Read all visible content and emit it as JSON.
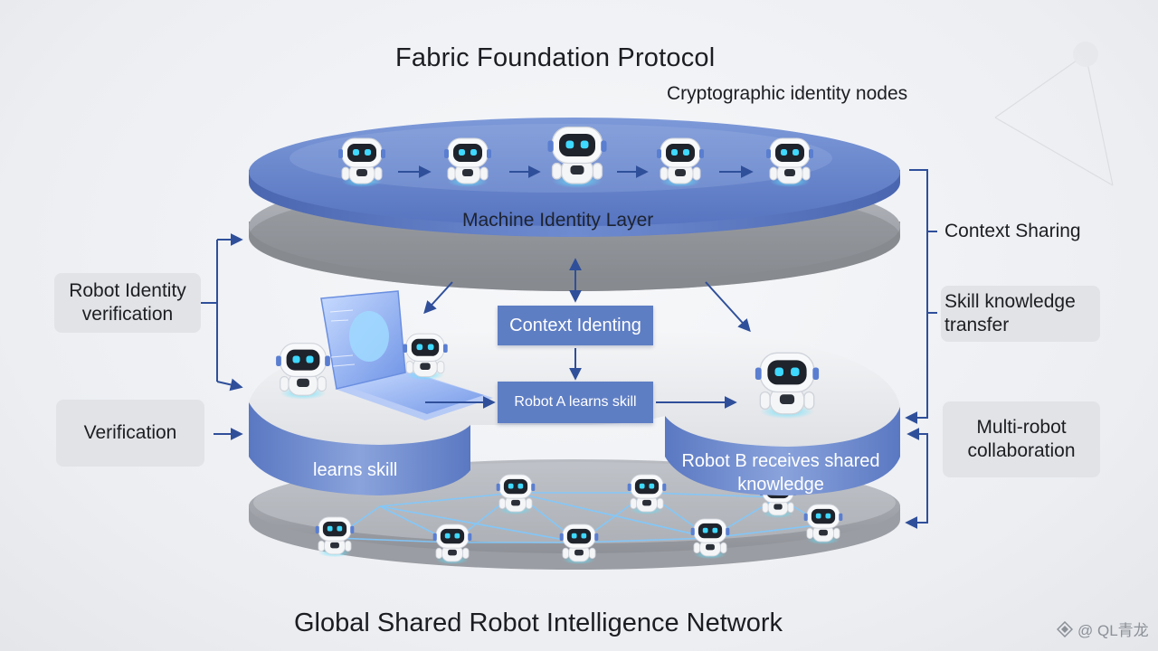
{
  "title": "Fabric Foundation Protocol",
  "subtitle": "Cryptographic identity nodes",
  "bottom_title": "Global Shared Robot Intelligence Network",
  "layers": {
    "top_label": "Machine Identity Layer",
    "middle_left_label": "learns skill",
    "middle_right_label_line1": "Robot B receives shared",
    "middle_right_label_line2": "knowledge"
  },
  "center_boxes": {
    "context": "Context Identing",
    "robot_a": "Robot A learns skill"
  },
  "left_panel": {
    "identity_line1": "Robot Identity",
    "identity_line2": "verification",
    "verification": "Verification"
  },
  "right_panel": {
    "context_sharing": "Context Sharing",
    "skill_line1": "Skill knowledge",
    "skill_line2": "transfer",
    "multi_line1": "Multi-robot",
    "multi_line2": "collaboration"
  },
  "watermark": "@ QL青龙",
  "colors": {
    "accent": "#5e7ec4",
    "arrow": "#2f4f9a",
    "robot_eye": "#3fd8ff",
    "network_line": "#7fc9ff"
  }
}
